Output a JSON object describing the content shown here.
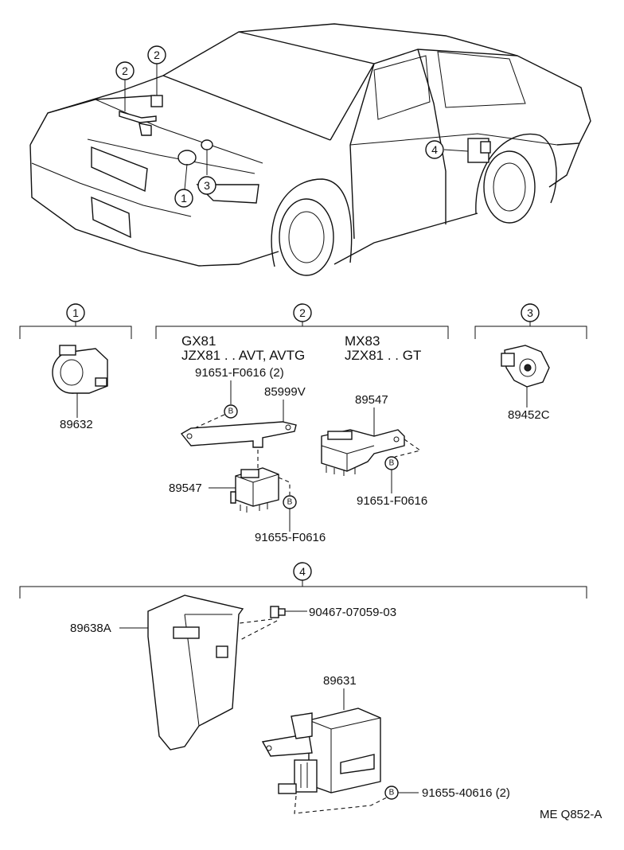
{
  "diagram": {
    "callouts": {
      "c1": "1",
      "c2": "2",
      "c3": "3",
      "c4": "4"
    },
    "bolt_marker": "B",
    "section1": {
      "part": "89632"
    },
    "section2": {
      "variant_left_line1": "GX81",
      "variant_left_line2": "JZX81 . . AVT, AVTG",
      "variant_right_line1": "MX83",
      "variant_right_line2": "JZX81 . . GT",
      "parts": {
        "bolt_bracket_left": "91651-F0616 (2)",
        "bracket": "85999V",
        "relay_left": "89547",
        "bolt_relay_left": "91655-F0616",
        "relay_right": "89547",
        "bolt_relay_right": "91651-F0616"
      }
    },
    "section3": {
      "part": "89452C"
    },
    "section4": {
      "parts": {
        "screw": "90467-07059-03",
        "cover": "89638A",
        "ecu": "89631",
        "bolt_ecu": "91655-40616 (2)"
      }
    },
    "footer_code": "ME  Q852-A"
  }
}
